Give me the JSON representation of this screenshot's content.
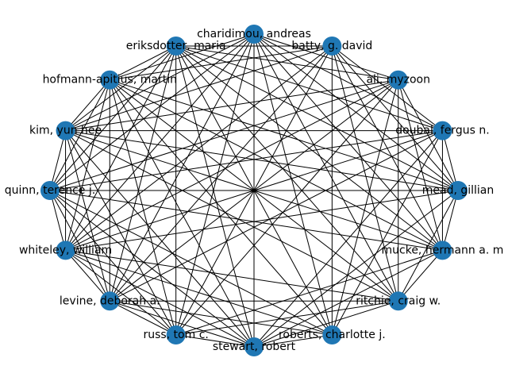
{
  "graph": {
    "node_color": "#1f77b4",
    "edge_color": "#000000",
    "background": "#ffffff",
    "nodes": [
      {
        "id": "n0",
        "label": "charidimou, andreas"
      },
      {
        "id": "n1",
        "label": "batty, g. david"
      },
      {
        "id": "n2",
        "label": "ali, myzoon"
      },
      {
        "id": "n3",
        "label": "doubal, fergus n."
      },
      {
        "id": "n4",
        "label": "mead, gillian"
      },
      {
        "id": "n5",
        "label": "mucke, hermann a. m"
      },
      {
        "id": "n6",
        "label": "ritchie, craig w."
      },
      {
        "id": "n7",
        "label": "roberts, charlotte j."
      },
      {
        "id": "n8",
        "label": "stewart, robert"
      },
      {
        "id": "n9",
        "label": "russ, tom c."
      },
      {
        "id": "n10",
        "label": "levine, deborah a."
      },
      {
        "id": "n11",
        "label": "whiteley, william"
      },
      {
        "id": "n12",
        "label": "quinn, terence j."
      },
      {
        "id": "n13",
        "label": "kim, yun hee"
      },
      {
        "id": "n14",
        "label": "hofmann-apitius, martin"
      },
      {
        "id": "n15",
        "label": "eriksdotter, maria"
      }
    ],
    "edges": [
      [
        "n0",
        "n2"
      ],
      [
        "n0",
        "n3"
      ],
      [
        "n0",
        "n4"
      ],
      [
        "n0",
        "n5"
      ],
      [
        "n0",
        "n6"
      ],
      [
        "n0",
        "n7"
      ],
      [
        "n0",
        "n8"
      ],
      [
        "n0",
        "n9"
      ],
      [
        "n0",
        "n10"
      ],
      [
        "n0",
        "n11"
      ],
      [
        "n0",
        "n12"
      ],
      [
        "n0",
        "n13"
      ],
      [
        "n0",
        "n14"
      ],
      [
        "n1",
        "n3"
      ],
      [
        "n1",
        "n4"
      ],
      [
        "n1",
        "n5"
      ],
      [
        "n1",
        "n6"
      ],
      [
        "n1",
        "n7"
      ],
      [
        "n1",
        "n9"
      ],
      [
        "n1",
        "n10"
      ],
      [
        "n1",
        "n11"
      ],
      [
        "n1",
        "n13"
      ],
      [
        "n1",
        "n14"
      ],
      [
        "n1",
        "n15"
      ],
      [
        "n2",
        "n4"
      ],
      [
        "n2",
        "n5"
      ],
      [
        "n2",
        "n6"
      ],
      [
        "n2",
        "n7"
      ],
      [
        "n2",
        "n9"
      ],
      [
        "n2",
        "n10"
      ],
      [
        "n2",
        "n11"
      ],
      [
        "n2",
        "n12"
      ],
      [
        "n2",
        "n13"
      ],
      [
        "n2",
        "n15"
      ],
      [
        "n3",
        "n4"
      ],
      [
        "n3",
        "n5"
      ],
      [
        "n3",
        "n7"
      ],
      [
        "n3",
        "n8"
      ],
      [
        "n3",
        "n10"
      ],
      [
        "n3",
        "n11"
      ],
      [
        "n3",
        "n12"
      ],
      [
        "n3",
        "n13"
      ],
      [
        "n3",
        "n15"
      ],
      [
        "n4",
        "n5"
      ],
      [
        "n4",
        "n6"
      ],
      [
        "n4",
        "n8"
      ],
      [
        "n4",
        "n11"
      ],
      [
        "n4",
        "n12"
      ],
      [
        "n4",
        "n13"
      ],
      [
        "n4",
        "n14"
      ],
      [
        "n4",
        "n15"
      ],
      [
        "n5",
        "n6"
      ],
      [
        "n5",
        "n8"
      ],
      [
        "n5",
        "n9"
      ],
      [
        "n5",
        "n12"
      ],
      [
        "n5",
        "n13"
      ],
      [
        "n5",
        "n14"
      ],
      [
        "n5",
        "n15"
      ],
      [
        "n6",
        "n8"
      ],
      [
        "n6",
        "n9"
      ],
      [
        "n6",
        "n10"
      ],
      [
        "n6",
        "n11"
      ],
      [
        "n6",
        "n13"
      ],
      [
        "n6",
        "n14"
      ],
      [
        "n6",
        "n15"
      ],
      [
        "n7",
        "n8"
      ],
      [
        "n7",
        "n10"
      ],
      [
        "n7",
        "n11"
      ],
      [
        "n7",
        "n12"
      ],
      [
        "n7",
        "n14"
      ],
      [
        "n7",
        "n15"
      ],
      [
        "n8",
        "n9"
      ],
      [
        "n8",
        "n10"
      ],
      [
        "n8",
        "n11"
      ],
      [
        "n8",
        "n12"
      ],
      [
        "n8",
        "n13"
      ],
      [
        "n8",
        "n14"
      ],
      [
        "n8",
        "n15"
      ],
      [
        "n9",
        "n10"
      ],
      [
        "n9",
        "n11"
      ],
      [
        "n9",
        "n12"
      ],
      [
        "n9",
        "n13"
      ],
      [
        "n9",
        "n14"
      ],
      [
        "n9",
        "n15"
      ],
      [
        "n10",
        "n11"
      ],
      [
        "n10",
        "n12"
      ],
      [
        "n10",
        "n13"
      ],
      [
        "n10",
        "n14"
      ],
      [
        "n10",
        "n15"
      ],
      [
        "n11",
        "n12"
      ],
      [
        "n11",
        "n13"
      ],
      [
        "n11",
        "n14"
      ],
      [
        "n11",
        "n15"
      ],
      [
        "n12",
        "n13"
      ],
      [
        "n12",
        "n14"
      ],
      [
        "n12",
        "n15"
      ],
      [
        "n13",
        "n14"
      ],
      [
        "n13",
        "n15"
      ],
      [
        "n14",
        "n15"
      ]
    ]
  }
}
